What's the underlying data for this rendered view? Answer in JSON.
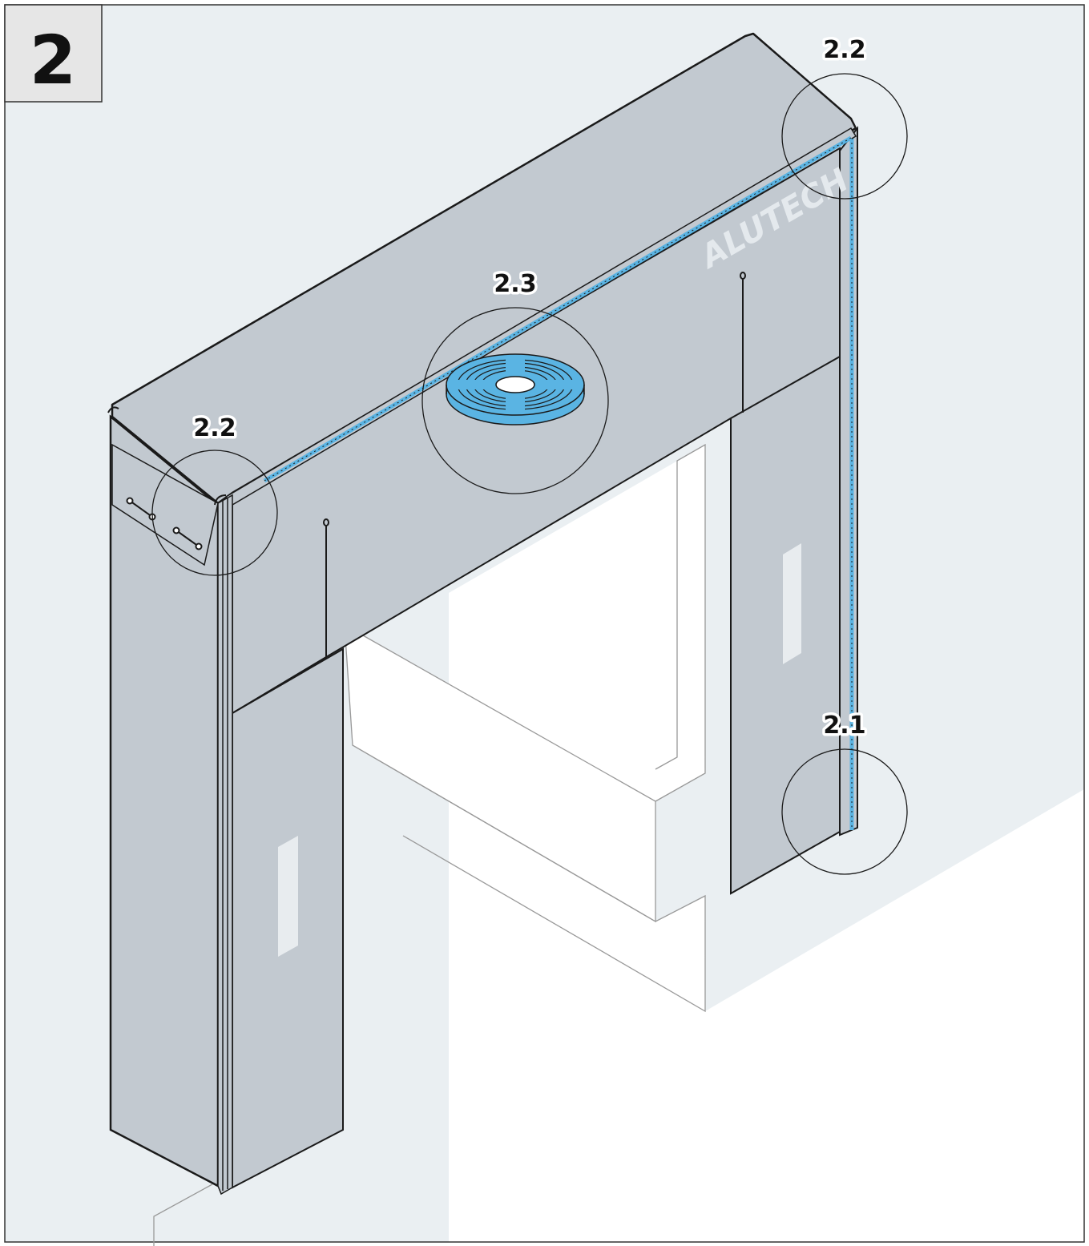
{
  "step": {
    "number": "2"
  },
  "brand": {
    "text": "ALUTECH"
  },
  "callouts": {
    "top_right": "2.2",
    "left": "2.2",
    "center": "2.3",
    "bottom_right": "2.1"
  },
  "colors": {
    "wall": "#eaeff2",
    "seal_panel": "#c2c9d0",
    "seal_tape": "#5ab4e3",
    "outline": "#1a1a1a",
    "step_box": "#e6e6e6"
  }
}
